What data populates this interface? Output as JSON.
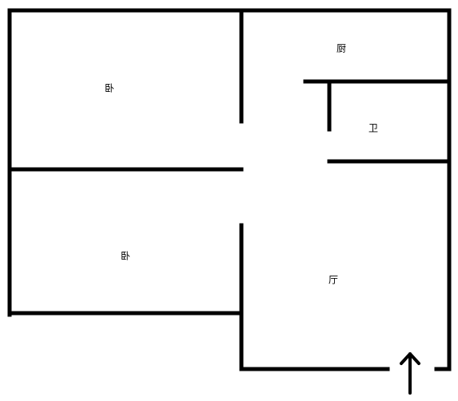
{
  "plan": {
    "wall_color": "#000000",
    "background_color": "#ffffff",
    "rooms": {
      "bedroom_top": "卧",
      "bedroom_bottom": "卧",
      "kitchen": "厨",
      "bathroom": "卫",
      "living_room": "厅"
    },
    "entrance_icon": "arrow-up-icon"
  }
}
